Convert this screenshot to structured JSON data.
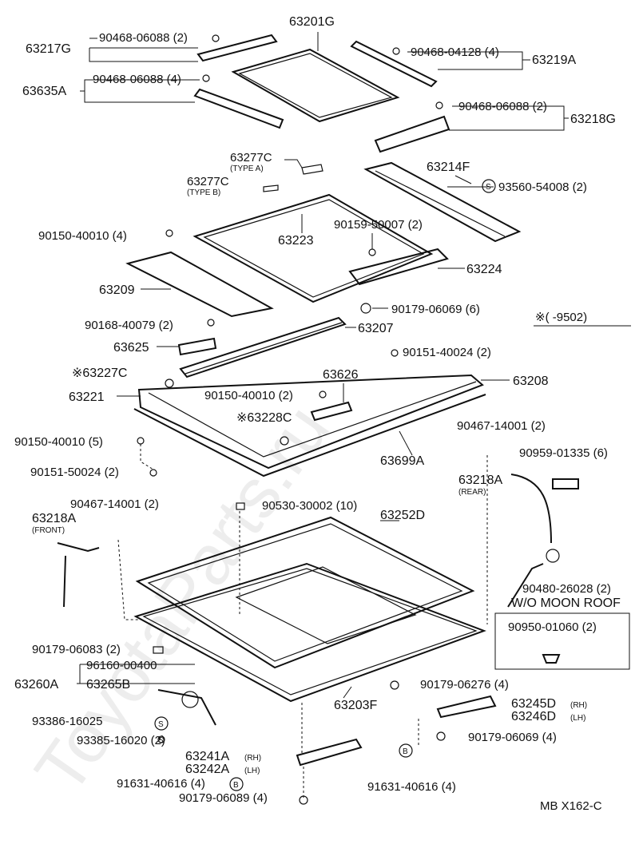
{
  "labels": {
    "p63201G": "63201G",
    "p63217G": "63217G",
    "b90468_06088_2a": "90468-06088 (2)",
    "b90468_04128": "90468-04128 (4)",
    "p63219A": "63219A",
    "p63635A": "63635A",
    "b90468_06088_4": "90468-06088 (4)",
    "b90468_06088_2b": "90468-06088 (2)",
    "p63218G": "63218G",
    "p63277C_a": "63277C",
    "typeA": "(TYPE A)",
    "p63277C_b": "63277C",
    "typeB": "(TYPE B)",
    "p63214F": "63214F",
    "b93560_54008": "93560-54008 (2)",
    "sMark1": "S",
    "b90150_40010_4": "90150-40010 (4)",
    "p63223": "63223",
    "b90159_50007": "90159-50007 (2)",
    "p63224": "63224",
    "p63209": "63209",
    "b90179_06069_6": "90179-06069 (6)",
    "noteRange": "※(      -9502)",
    "b90168_40079": "90168-40079 (2)",
    "p63207": "63207",
    "p63625": "63625",
    "b90151_40024": "90151-40024 (2)",
    "p63227C": "※63227C",
    "p63626": "63626",
    "p63208": "63208",
    "p63221": "63221",
    "b90150_40010_2": "90150-40010 (2)",
    "p63228C": "※63228C",
    "b90467_14001_a": "90467-14001 (2)",
    "b90150_40010_5": "90150-40010 (5)",
    "p63699A": "63699A",
    "b90959_01335": "90959-01335 (6)",
    "b90151_50024": "90151-50024 (2)",
    "p63218A_rear": "63218A",
    "rear": "(REAR)",
    "b90467_14001_b": "90467-14001 (2)",
    "b90530_30002": "90530-30002 (10)",
    "p63252D": "63252D",
    "p63218A_front": "63218A",
    "front": "(FRONT)",
    "b90480_26028": "90480-26028 (2)",
    "woMoonRoof": "W/O MOON ROOF",
    "b90950_01060": "90950-01060 (2)",
    "b90179_06083": "90179-06083 (2)",
    "b96160_00400": "96160-00400",
    "p63260A": "63260A",
    "p63265B": "63265B",
    "b90179_06276": "90179-06276 (4)",
    "p63203F": "63203F",
    "b93386_16025": "93386-16025",
    "sMark2": "S",
    "p63245D": "63245D",
    "rh1": "(RH)",
    "p63246D": "63246D",
    "lh1": "(LH)",
    "b93385_16020": "93385-16020 (2)",
    "sMark3": "S",
    "b90179_06069_4": "90179-06069 (4)",
    "p63241A": "63241A",
    "rh2": "(RH)",
    "p63242A": "63242A",
    "lh2": "(LH)",
    "b91631_40616_a": "91631-40616 (4)",
    "bMark1": "B",
    "bMark2": "B",
    "b91631_40616_b": "91631-40616 (4)",
    "b90179_06089": "90179-06089 (4)",
    "footer": "MB  X162-C",
    "watermark": "ToyotaParts.ru"
  }
}
